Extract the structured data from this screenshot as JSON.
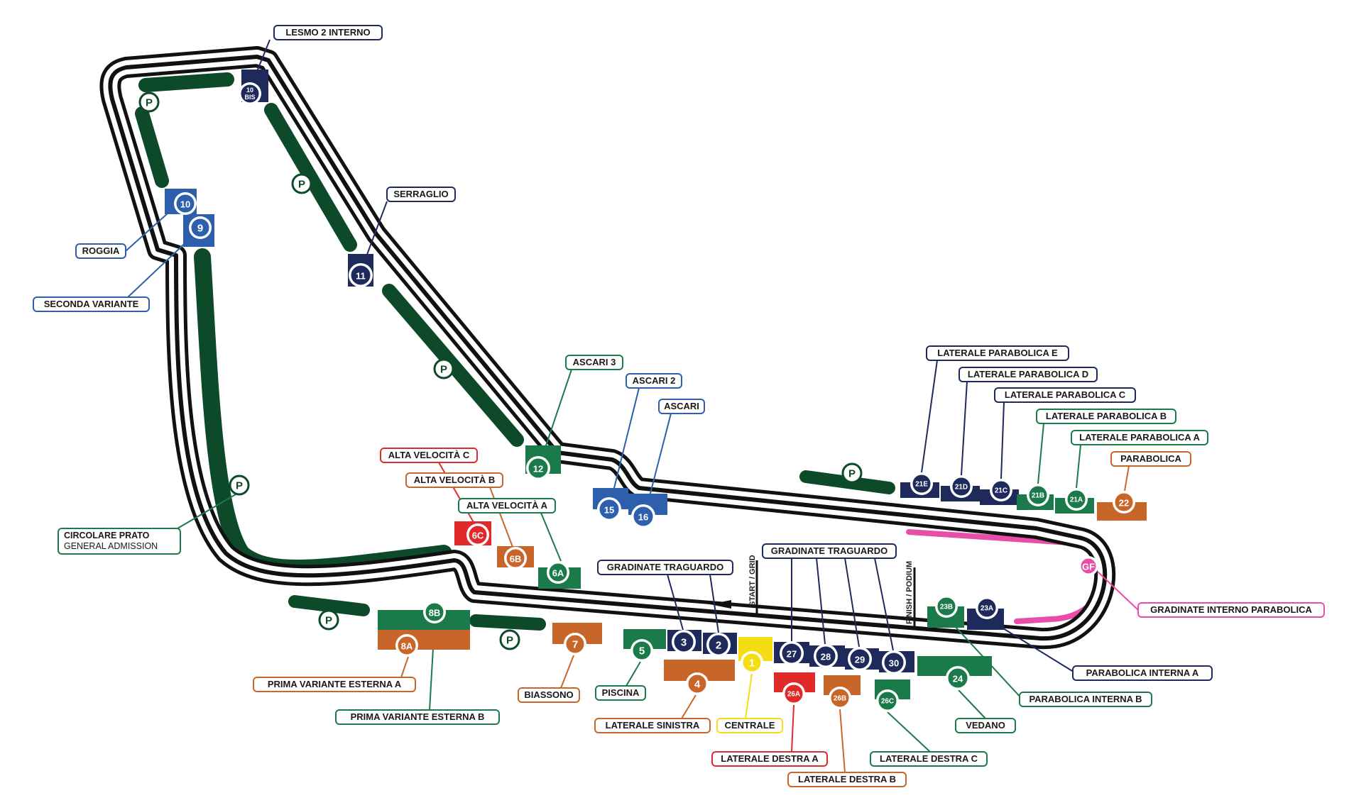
{
  "map_title": "",
  "colors": {
    "track": "#111111",
    "parking": "#0c4a2a",
    "navy": "#1f2a5c",
    "blue": "#2e5fad",
    "green": "#1b7a4a",
    "orange": "#c8662a",
    "red": "#e02a2a",
    "yellow": "#f5dd16",
    "pink": "#e84ea8"
  },
  "parking_label": "P",
  "markers": [
    {
      "id": "10BIS",
      "text": "10",
      "text2": "BIS",
      "color": "navy"
    },
    {
      "id": "10",
      "text": "10",
      "color": "blue"
    },
    {
      "id": "9",
      "text": "9",
      "color": "blue"
    },
    {
      "id": "11",
      "text": "11",
      "color": "navy"
    },
    {
      "id": "12",
      "text": "12",
      "color": "green"
    },
    {
      "id": "15",
      "text": "15",
      "color": "blue"
    },
    {
      "id": "16",
      "text": "16",
      "color": "blue"
    },
    {
      "id": "6C",
      "text": "6C",
      "color": "red"
    },
    {
      "id": "6B",
      "text": "6B",
      "color": "orange"
    },
    {
      "id": "6A",
      "text": "6A",
      "color": "green"
    },
    {
      "id": "8B",
      "text": "8B",
      "color": "green"
    },
    {
      "id": "8A",
      "text": "8A",
      "color": "orange"
    },
    {
      "id": "7",
      "text": "7",
      "color": "orange"
    },
    {
      "id": "5",
      "text": "5",
      "color": "green"
    },
    {
      "id": "3",
      "text": "3",
      "color": "navy"
    },
    {
      "id": "2",
      "text": "2",
      "color": "navy"
    },
    {
      "id": "4",
      "text": "4",
      "color": "orange"
    },
    {
      "id": "1",
      "text": "1",
      "color": "yellow"
    },
    {
      "id": "27",
      "text": "27",
      "color": "navy"
    },
    {
      "id": "28",
      "text": "28",
      "color": "navy"
    },
    {
      "id": "29",
      "text": "29",
      "color": "navy"
    },
    {
      "id": "30",
      "text": "30",
      "color": "navy"
    },
    {
      "id": "26A",
      "text": "26A",
      "color": "red"
    },
    {
      "id": "26B",
      "text": "26B",
      "color": "orange"
    },
    {
      "id": "26C",
      "text": "26C",
      "color": "green"
    },
    {
      "id": "24",
      "text": "24",
      "color": "green"
    },
    {
      "id": "23B",
      "text": "23B",
      "color": "green"
    },
    {
      "id": "23A",
      "text": "23A",
      "color": "navy"
    },
    {
      "id": "GF",
      "text": "GF",
      "color": "pink"
    },
    {
      "id": "21E",
      "text": "21E",
      "color": "navy"
    },
    {
      "id": "21D",
      "text": "21D",
      "color": "navy"
    },
    {
      "id": "21C",
      "text": "21C",
      "color": "navy"
    },
    {
      "id": "21B",
      "text": "21B",
      "color": "green"
    },
    {
      "id": "21A",
      "text": "21A",
      "color": "green"
    },
    {
      "id": "22",
      "text": "22",
      "color": "orange"
    }
  ],
  "labels": [
    {
      "id": "lesmo",
      "text": "LESMO 2 INTERNO",
      "color": "navy"
    },
    {
      "id": "serraglio",
      "text": "SERRAGLIO",
      "color": "navy"
    },
    {
      "id": "roggia",
      "text": "ROGGIA",
      "color": "blue"
    },
    {
      "id": "seconda",
      "text": "SECONDA VARIANTE",
      "color": "blue"
    },
    {
      "id": "ascari3",
      "text": "ASCARI 3",
      "color": "green"
    },
    {
      "id": "ascari2",
      "text": "ASCARI 2",
      "color": "blue"
    },
    {
      "id": "ascari",
      "text": "ASCARI",
      "color": "blue"
    },
    {
      "id": "altac",
      "text": "ALTA VELOCITÀ C",
      "color": "red"
    },
    {
      "id": "altab",
      "text": "ALTA VELOCITÀ B",
      "color": "orange"
    },
    {
      "id": "altaa",
      "text": "ALTA VELOCITÀ A",
      "color": "green"
    },
    {
      "id": "circolare",
      "text": "CIRCOLARE PRATO",
      "text2": "GENERAL ADMISSION",
      "color": "green"
    },
    {
      "id": "primaA",
      "text": "PRIMA VARIANTE ESTERNA A",
      "color": "orange"
    },
    {
      "id": "primaB",
      "text": "PRIMA VARIANTE ESTERNA B",
      "color": "green"
    },
    {
      "id": "biassono",
      "text": "BIASSONO",
      "color": "orange"
    },
    {
      "id": "piscina",
      "text": "PISCINA",
      "color": "green"
    },
    {
      "id": "latsin",
      "text": "LATERALE SINISTRA",
      "color": "orange"
    },
    {
      "id": "centrale",
      "text": "CENTRALE",
      "color": "yellow"
    },
    {
      "id": "gradL",
      "text": "GRADINATE TRAGUARDO",
      "color": "navy"
    },
    {
      "id": "gradR",
      "text": "GRADINATE TRAGUARDO",
      "color": "navy"
    },
    {
      "id": "latdesA",
      "text": "LATERALE DESTRA A",
      "color": "red"
    },
    {
      "id": "latdesB",
      "text": "LATERALE DESTRA B",
      "color": "orange"
    },
    {
      "id": "latdesC",
      "text": "LATERALE DESTRA C",
      "color": "green"
    },
    {
      "id": "vedano",
      "text": "VEDANO",
      "color": "green"
    },
    {
      "id": "parintA",
      "text": "PARABOLICA INTERNA A",
      "color": "navy"
    },
    {
      "id": "parintB",
      "text": "PARABOLICA INTERNA B",
      "color": "green"
    },
    {
      "id": "gradint",
      "text": "GRADINATE INTERNO PARABOLICA",
      "color": "pink"
    },
    {
      "id": "latparE",
      "text": "LATERALE PARABOLICA E",
      "color": "navy"
    },
    {
      "id": "latparD",
      "text": "LATERALE PARABOLICA D",
      "color": "navy"
    },
    {
      "id": "latparC",
      "text": "LATERALE PARABOLICA C",
      "color": "navy"
    },
    {
      "id": "latparB",
      "text": "LATERALE PARABOLICA B",
      "color": "green"
    },
    {
      "id": "latparA",
      "text": "LATERALE PARABOLICA A",
      "color": "green"
    },
    {
      "id": "parabolica",
      "text": "PARABOLICA",
      "color": "orange"
    }
  ],
  "track_text": {
    "start": "START / GRID",
    "finish": "FINISH / PODIUM"
  }
}
